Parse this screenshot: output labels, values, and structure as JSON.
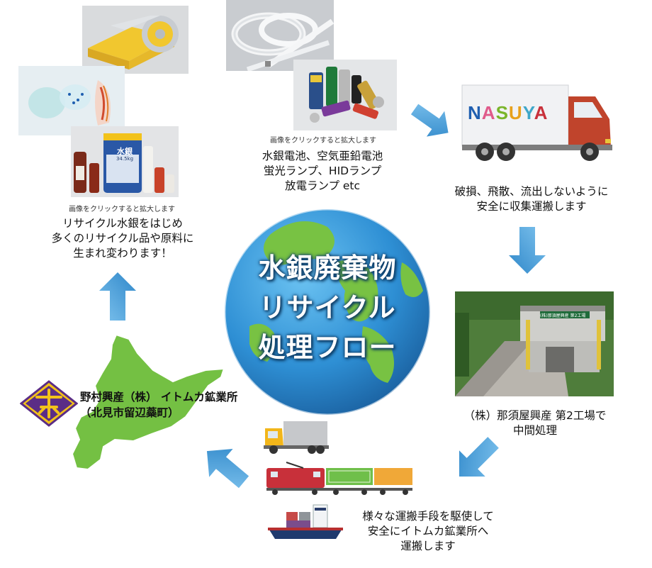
{
  "globe": {
    "title": "水銀廃棄物\nリサイクル\n処理フロー"
  },
  "collection": {
    "enlarge_note": "画像をクリックすると拡大します",
    "caption": "水銀電池、空気亜鉛電池\n蛍光ランプ、HIDランプ\n放電ランプ etc"
  },
  "transport_truck": {
    "logo_text": "NASUYA",
    "caption": "破損、飛散、流出しないように\n安全に収集運搬します"
  },
  "plant": {
    "sign_text": "(株)那須屋興産 第2工場",
    "caption": "（株）那須屋興産 第2工場で\n中間処理"
  },
  "shipping": {
    "caption": "様々な運搬手段を駆使して\n安全にイトムカ鉱業所へ\n運搬します"
  },
  "mine": {
    "name": "野村興産（株） イトムカ鉱業所\n（北見市留辺蘂町）"
  },
  "recycled": {
    "enlarge_note": "画像をクリックすると拡大します",
    "caption": "リサイクル水銀をはじめ\n多くのリサイクル品や原料に\n生まれ変わります！",
    "bottle_label": "水銀",
    "bottle_weight": "34.5kg"
  },
  "colors": {
    "arrow": "#3f9bd6",
    "globe_ocean": "#2e8fd4",
    "land": "#74c043",
    "truck_cab": "#c0442c"
  }
}
